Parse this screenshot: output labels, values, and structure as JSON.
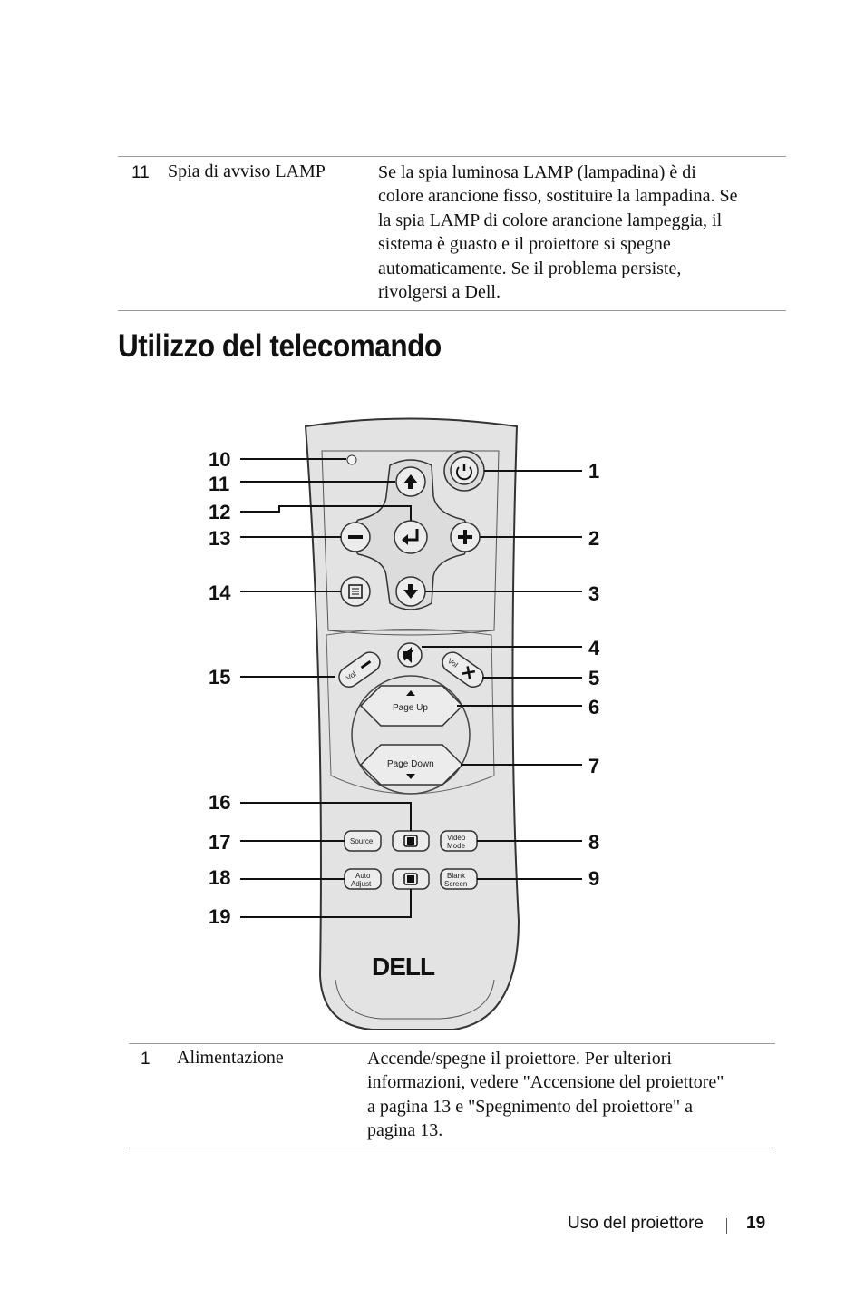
{
  "top_table": {
    "row": {
      "number": "11",
      "term": "Spia di avviso LAMP",
      "description_lines": [
        "Se la spia luminosa LAMP (lampadina) è di",
        "colore arancione fisso, sostituire la lampadina. Se",
        "la spia LAMP di colore arancione lampeggia, il",
        "sistema è guasto e il proiettore si spegne",
        "automaticamente. Se il problema persiste,",
        "rivolgersi a Dell."
      ]
    }
  },
  "heading": "Utilizzo del telecomando",
  "remote": {
    "callouts_left": [
      "10",
      "11",
      "12",
      "13",
      "14",
      "15",
      "16",
      "17",
      "18",
      "19"
    ],
    "callouts_right": [
      "1",
      "2",
      "3",
      "4",
      "5",
      "6",
      "7",
      "8",
      "9"
    ],
    "buttons": {
      "vol_left": "Vol",
      "vol_right": "Vol",
      "page_up": "Page Up",
      "page_down": "Page Down",
      "source": "Source",
      "video_mode": [
        "Video",
        "Mode"
      ],
      "auto_adjust": [
        "Auto",
        "Adjust"
      ],
      "blank_screen": [
        "Blank",
        "Screen"
      ]
    },
    "logo": "DELL",
    "colors": {
      "body": "#e3e3e3",
      "outline": "#333333"
    }
  },
  "bottom_table": {
    "row": {
      "number": "1",
      "term": "Alimentazione",
      "description_lines": [
        "Accende/spegne il proiettore. Per ulteriori",
        "informazioni, vedere \"Accensione del proiettore\"",
        "a pagina 13 e \"Spegnimento del proiettore\" a",
        "pagina 13."
      ]
    }
  },
  "footer": {
    "section": "Uso del proiettore",
    "page": "19"
  }
}
